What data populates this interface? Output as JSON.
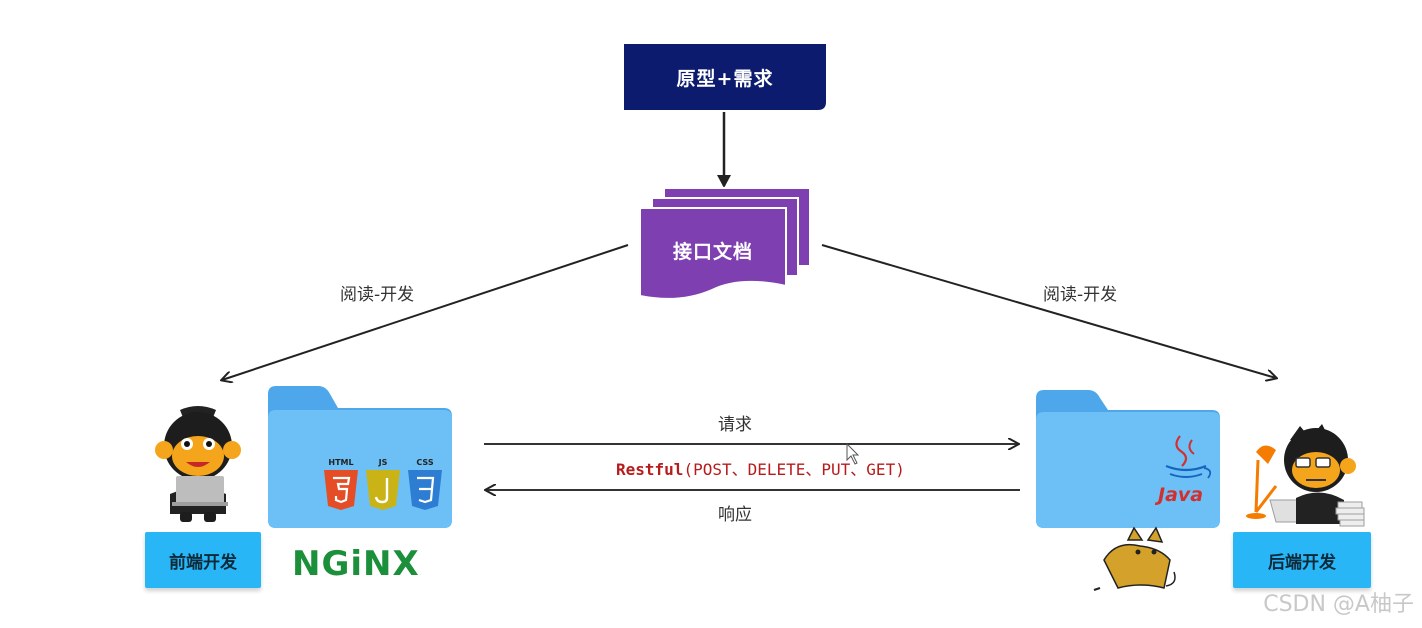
{
  "nodes": {
    "prototype": "原型+需求",
    "api_doc": "接口文档",
    "frontend": "前端开发",
    "backend": "后端开发"
  },
  "edges": {
    "read_dev_left": "阅读-开发",
    "read_dev_right": "阅读-开发",
    "request": "请求",
    "response": "响应",
    "restful_keyword": "Restful",
    "restful_methods": "(POST、DELETE、PUT、GET)"
  },
  "logos": {
    "html": "HTML",
    "js": "JS",
    "css": "CSS",
    "nginx": "NGiNX",
    "java": "Java"
  },
  "watermark": "CSDN @A柚子",
  "colors": {
    "prototype_box": "#0d1b6e",
    "api_doc_box": "#7e3fb0",
    "badge": "#29b6f6",
    "folder": "#5fb7f2",
    "nginx": "#1b8f3a",
    "restful_text": "#b71c1c"
  }
}
